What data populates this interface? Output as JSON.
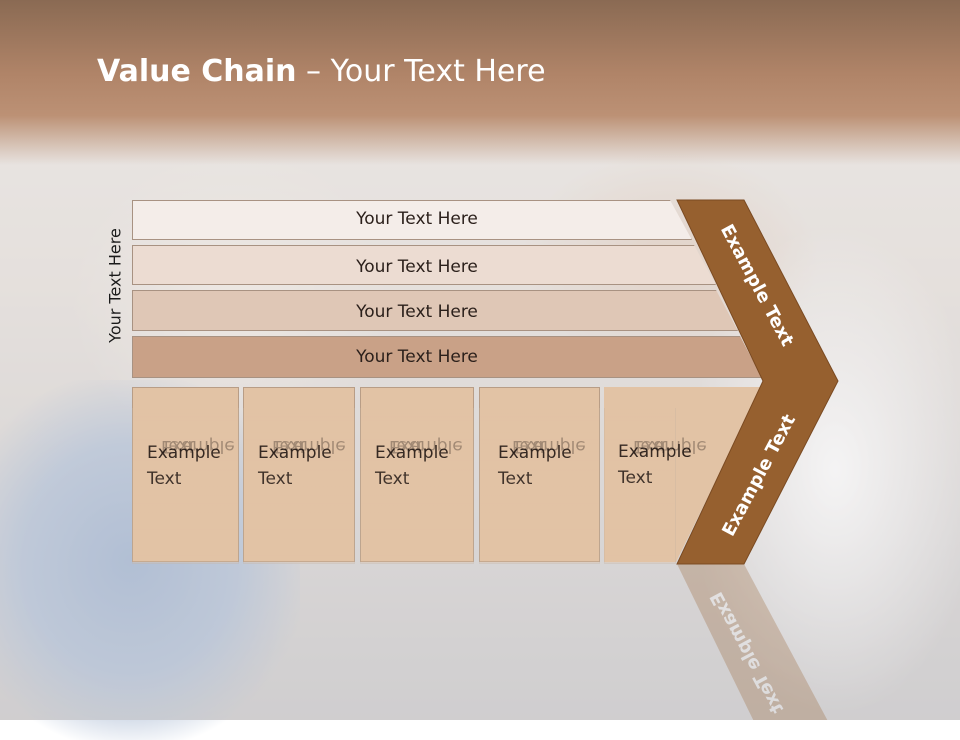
{
  "slide": {
    "title_bold": "Value Chain",
    "title_rest": " – Your Text Here",
    "side_label": "Your Text Here"
  },
  "bars": [
    {
      "label": "Your Text Here",
      "color": "#f4ede9"
    },
    {
      "label": "Your Text Here",
      "color": "#ecdcd2"
    },
    {
      "label": "Your Text Here",
      "color": "#dfc7b6"
    },
    {
      "label": "Your Text Here",
      "color": "#c9a187"
    }
  ],
  "boxes": [
    {
      "line1": "Example",
      "line2": "Text"
    },
    {
      "line1": "Example",
      "line2": "Text"
    },
    {
      "line1": "Example",
      "line2": "Text"
    },
    {
      "line1": "Example",
      "line2": "Text"
    },
    {
      "line1": "Example",
      "line2": "Text"
    }
  ],
  "chevron": {
    "top_label": "Example Text",
    "bottom_label": "Example Text",
    "color": "#96602f"
  }
}
